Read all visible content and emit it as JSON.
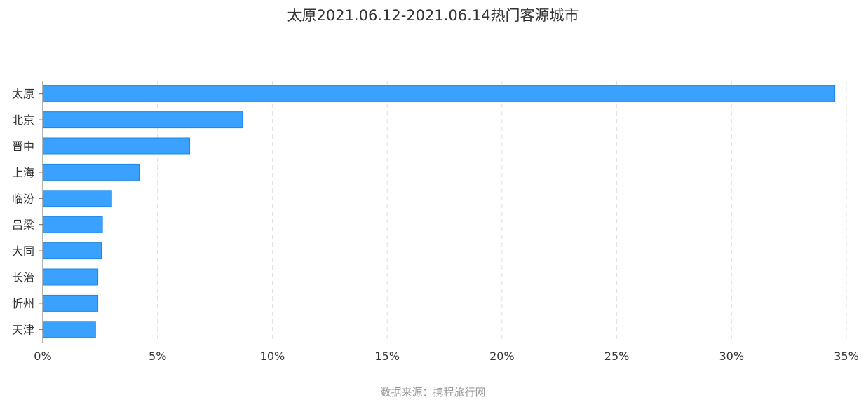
{
  "chart_data": {
    "type": "bar",
    "orientation": "horizontal",
    "title": "太原2021.06.12-2021.06.14热门客源城市",
    "categories": [
      "太原",
      "北京",
      "晋中",
      "上海",
      "临汾",
      "吕梁",
      "大同",
      "长治",
      "忻州",
      "天津"
    ],
    "values": [
      34.5,
      8.7,
      6.4,
      4.2,
      3.0,
      2.6,
      2.55,
      2.4,
      2.4,
      2.3
    ],
    "value_unit": "%",
    "xlim": [
      0,
      35
    ],
    "x_ticks": [
      0,
      5,
      10,
      15,
      20,
      25,
      30,
      35
    ],
    "x_tick_labels": [
      "0%",
      "5%",
      "10%",
      "15%",
      "20%",
      "25%",
      "30%",
      "35%"
    ],
    "grid": "vertical dashed",
    "bar_color": "#3ba1ff",
    "bar_edge_color": "#1e88e5"
  },
  "source": "数据来源：携程旅行网"
}
